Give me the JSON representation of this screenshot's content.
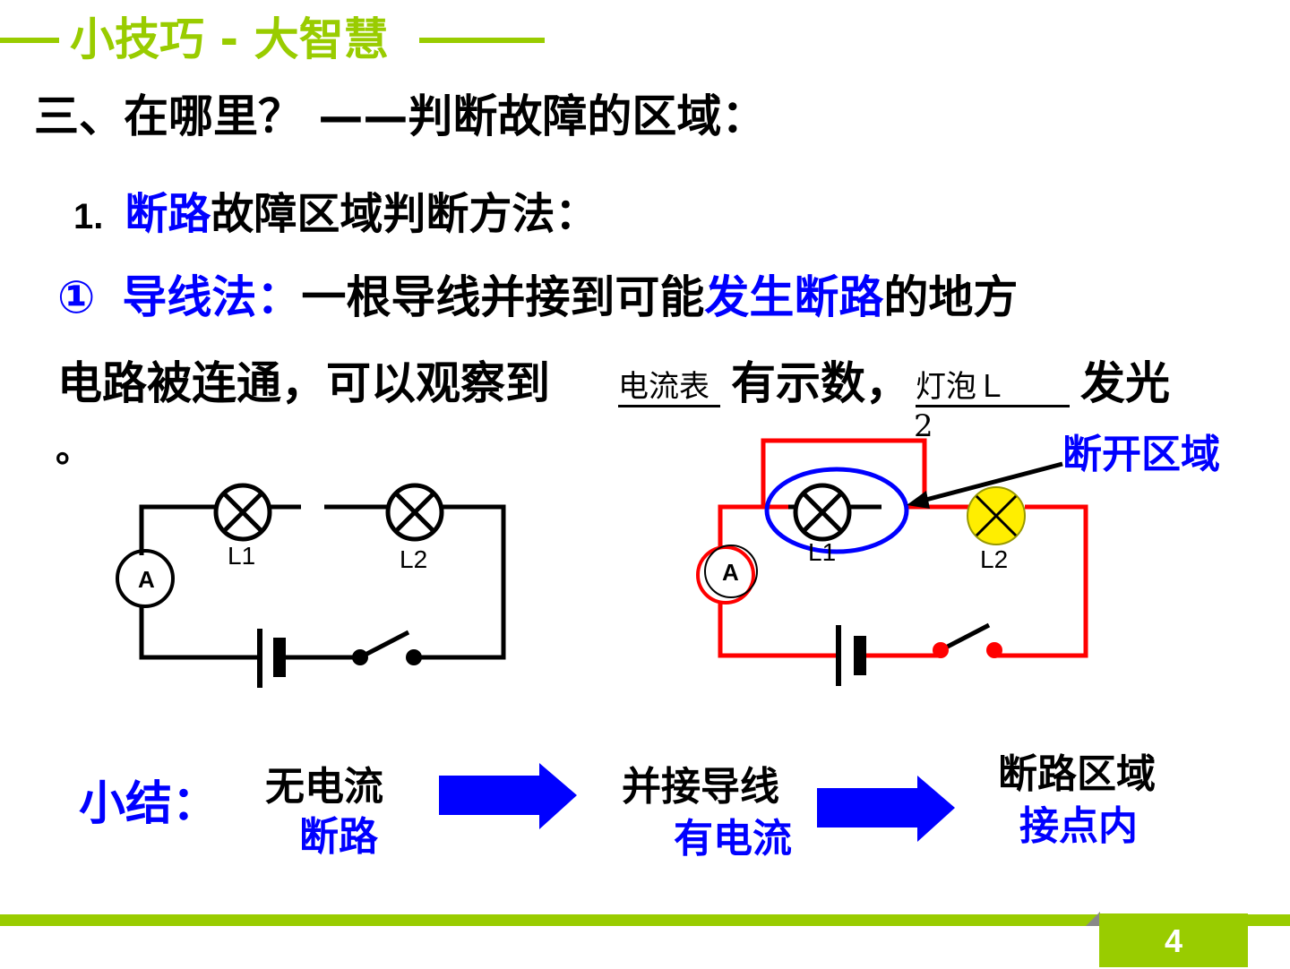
{
  "header": {
    "title": "小技巧 - 大智慧",
    "accent_color": "#99cc00"
  },
  "heading": "三、在哪里？ ——判断故障的区域：",
  "subheading": {
    "number": "1.",
    "highlight": "断路",
    "rest": "故障区域判断方法："
  },
  "method": {
    "marker": "①",
    "name": "导线法：",
    "text_a": "一根导线并接到可能",
    "text_highlight": "发生断路",
    "text_b": "的地方"
  },
  "observation": {
    "text_a": "电路被连通，可以观察到",
    "blank1_answer": "电流表",
    "text_b": "有示数，",
    "blank2_answer_line1": "灯泡Ｌ",
    "blank2_answer_line2": "2",
    "text_c": "发光",
    "period": "。"
  },
  "circuit_left": {
    "lamp1_label": "L1",
    "lamp2_label": "L2",
    "ammeter_label": "A"
  },
  "circuit_right": {
    "lamp1_label": "L1",
    "lamp2_label": "L2",
    "ammeter_label": "A",
    "callout": "断开区域",
    "wire_color": "#ff0000",
    "lamp_glow_color": "#ffee00",
    "region_ring_color": "#0000ff"
  },
  "summary": {
    "label": "小结：",
    "step1_a": "无电流",
    "step1_b": "断路",
    "step2_a": "并接导线",
    "step2_b": "有电流",
    "step3_a": "断路区域",
    "step3_b": "接点内",
    "arrow_color": "#0000ff"
  },
  "footer": {
    "page_number": "4"
  }
}
